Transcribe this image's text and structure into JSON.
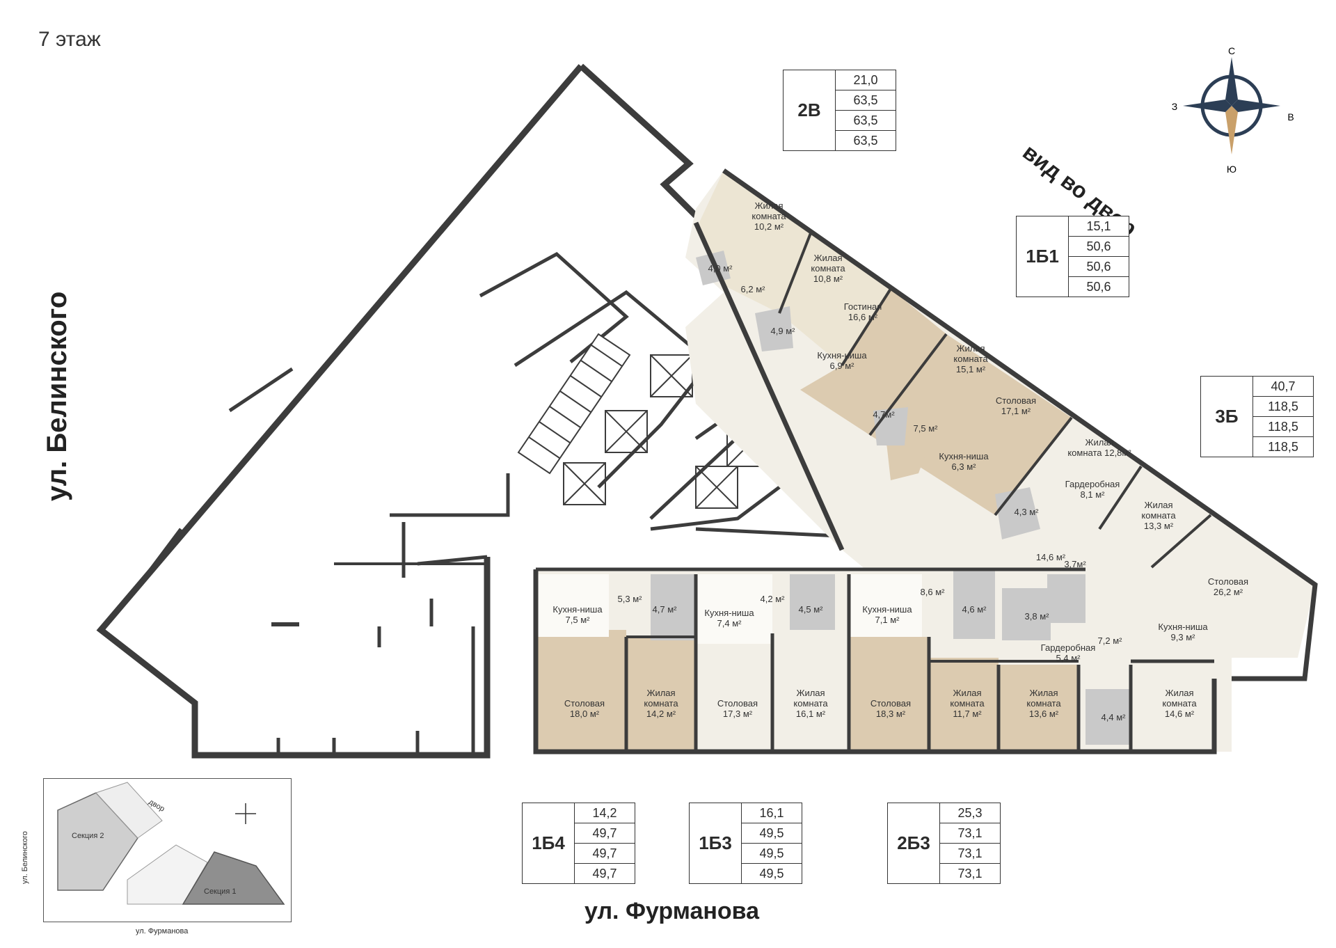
{
  "floor_label": "7 этаж",
  "streets": {
    "left": "ул. Белинского",
    "bottom": "ул. Фурманова"
  },
  "view_label": "вид во двор",
  "compass": {
    "north": "С",
    "south": "Ю",
    "west": "З",
    "east": "В"
  },
  "colors": {
    "wall": "#3c3c3c",
    "beige": "#ece5d3",
    "tan": "#dccbb0",
    "gray": "#c9c9c9",
    "pale": "#f2efe7"
  },
  "apartments": [
    {
      "id": "2В",
      "values": [
        "21,0",
        "63,5",
        "63,5",
        "63,5"
      ]
    },
    {
      "id": "1Б1",
      "values": [
        "15,1",
        "50,6",
        "50,6",
        "50,6"
      ]
    },
    {
      "id": "3Б",
      "values": [
        "40,7",
        "118,5",
        "118,5",
        "118,5"
      ]
    },
    {
      "id": "1Б4",
      "values": [
        "14,2",
        "49,7",
        "49,7",
        "49,7"
      ]
    },
    {
      "id": "1Б3",
      "values": [
        "16,1",
        "49,5",
        "49,5",
        "49,5"
      ]
    },
    {
      "id": "2Б3",
      "values": [
        "25,3",
        "73,1",
        "73,1",
        "73,1"
      ]
    }
  ],
  "rooms": [
    "Жилая комната 10,2 м²",
    "4,0 м²",
    "6,2 м²",
    "Жилая комната 10,8 м²",
    "Гостиная 16,6 м²",
    "4,9 м²",
    "Кухня-ниша 6,9 м²",
    "Жилая комната 15,1 м²",
    "4,7м²",
    "7,5 м²",
    "Кухня-ниша 6,3 м²",
    "Столовая 17,1 м²",
    "Жилая комната 12,8м²",
    "Гардеробная 8,1 м²",
    "4,3 м²",
    "Жилая комната 13,3 м²",
    "14,6 м²",
    "Столовая 26,2 м²",
    "3,7м²",
    "Кухня-ниша 7,5 м²",
    "5,3 м²",
    "4,7 м²",
    "Кухня-ниша 7,4 м²",
    "4,2 м²",
    "4,5 м²",
    "Кухня-ниша 7,1 м²",
    "8,6 м²",
    "4,6 м²",
    "3,8 м²",
    "7,2 м²",
    "Кухня-ниша 9,3 м²",
    "Гардеробная 5,4 м²",
    "Столовая 18,0 м²",
    "Жилая комната 14,2 м²",
    "Столовая 17,3 м²",
    "Жилая комната 16,1 м²",
    "Столовая 18,3 м²",
    "Жилая комната 11,7 м²",
    "Жилая комната 13,6 м²",
    "4,4 м²",
    "Жилая комната 14,6 м²"
  ],
  "keyplan": {
    "section1": "Секция 1",
    "section2": "Секция 2",
    "yard": "двор",
    "street_left": "ул. Белинского",
    "street_bottom": "ул. Фурманова"
  }
}
